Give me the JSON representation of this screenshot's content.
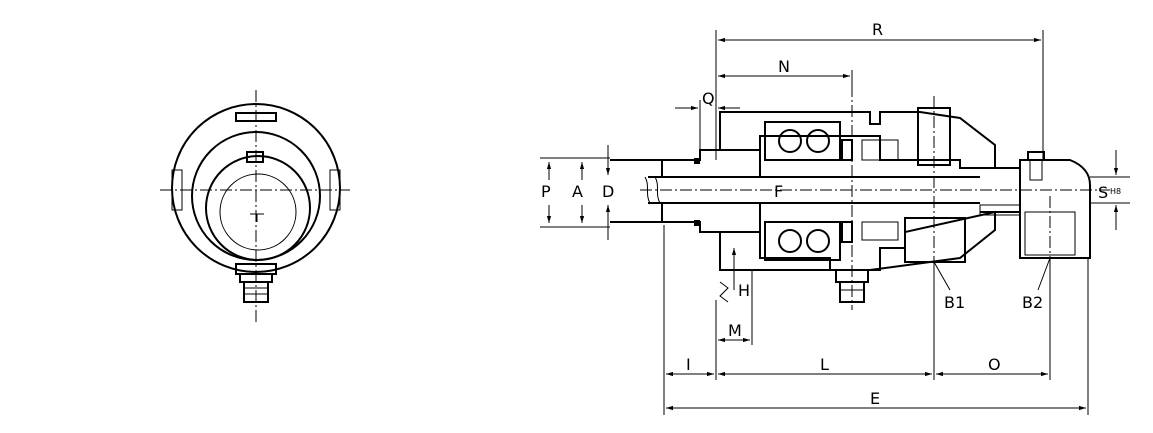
{
  "labels": {
    "R": "R",
    "N": "N",
    "Q": "Q",
    "P": "P",
    "A": "A",
    "D": "D",
    "F": "F",
    "S": "S",
    "S_sub": "H8",
    "H": "H",
    "M": "M",
    "I": "I",
    "L": "L",
    "O": "O",
    "E": "E",
    "B1": "B1",
    "B2": "B2"
  },
  "colors": {
    "ink": "#000000",
    "background": "#ffffff"
  }
}
